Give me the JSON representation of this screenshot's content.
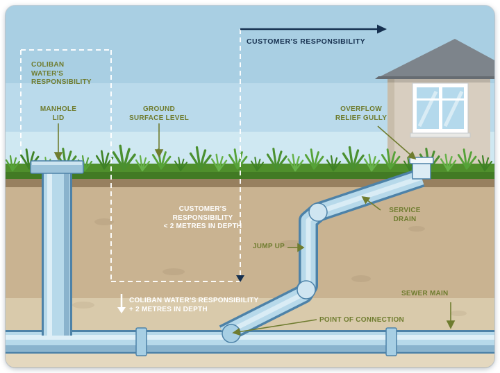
{
  "diagram": {
    "name": "Sewer responsibility cross-section diagram",
    "arrow_label": "CUSTOMER'S RESPONSIBILITY",
    "labels": {
      "coliban_responsibility_top": "COLIBAN\nWATER'S\nRESPONSIBILITY",
      "manhole_lid": "MANHOLE\nLID",
      "ground_surface_level": "GROUND\nSURFACE LEVEL",
      "overflow_relief_gully": "OVERFLOW\nRELIEF GULLY",
      "customer_responsibility_depth": "CUSTOMER'S\nRESPONSIBILITY\n< 2 METRES IN DEPTH",
      "jump_up": "JUMP UP",
      "service_drain": "SERVICE\nDRAIN",
      "coliban_responsibility_depth": "COLIBAN WATER'S RESPONSIBILITY\n+ 2 METRES IN DEPTH",
      "point_of_connection": "POINT OF CONNECTION",
      "sewer_main": "SEWER MAIN"
    },
    "colors": {
      "sky": "#a9cfe3",
      "grass": "#4f8f2c",
      "soil": "#c9b391",
      "pipe_fill": "#b7d9ea",
      "pipe_stroke": "#4d82a8",
      "label_olive": "#6f7c2f",
      "label_navy": "#16304f",
      "label_white": "#ffffff",
      "roof": "#7d848b",
      "wall": "#d8cec0"
    }
  }
}
